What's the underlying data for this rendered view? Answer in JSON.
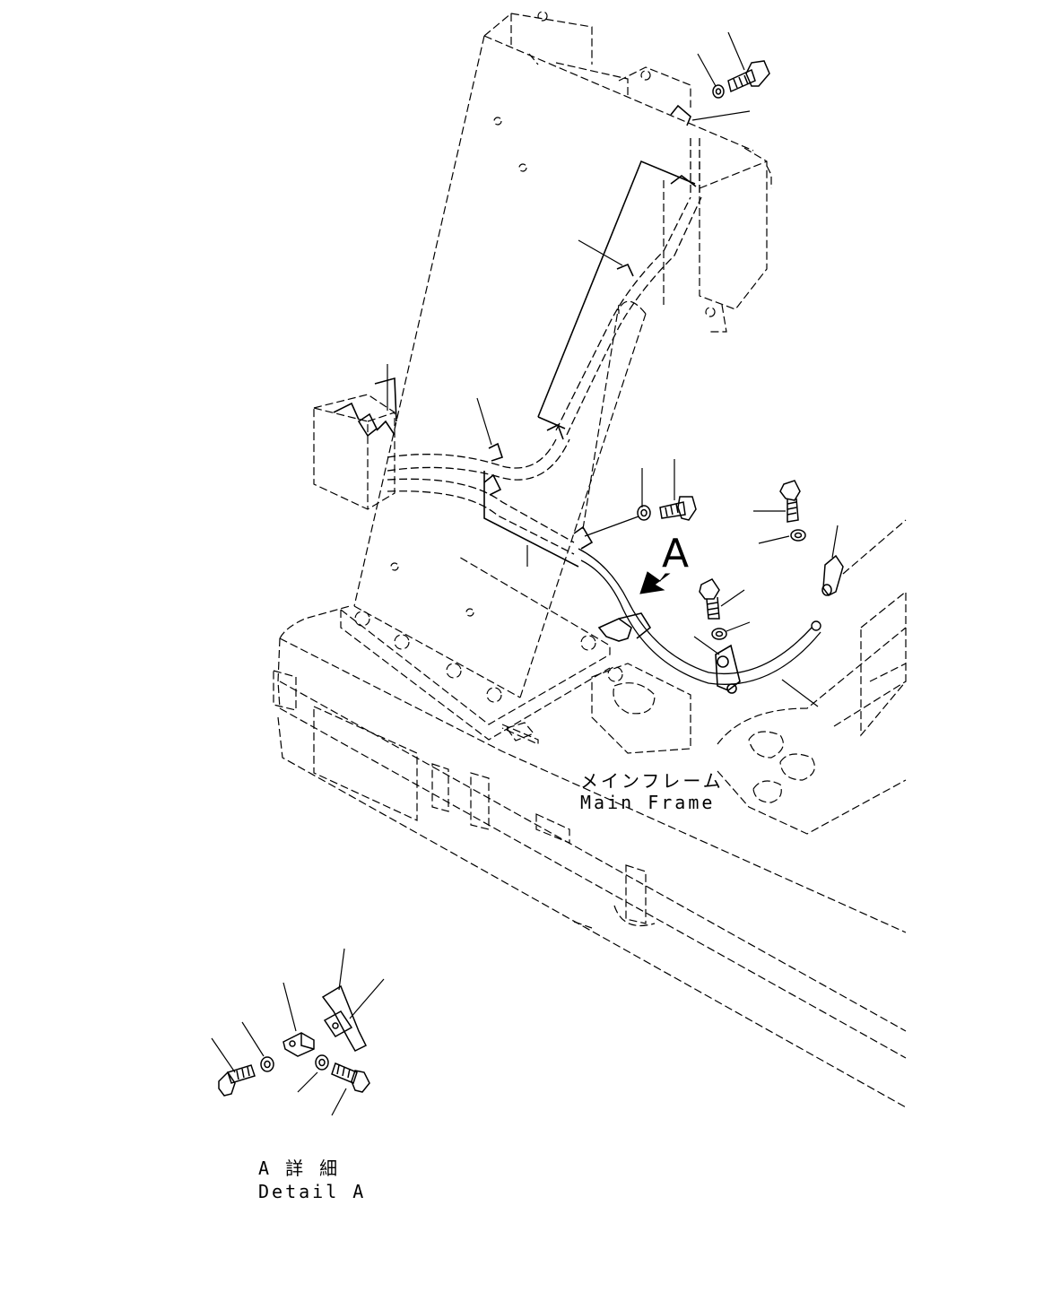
{
  "labels": {
    "view_marker": "A",
    "main_frame_jp": "メインフレーム",
    "main_frame_en": "Main Frame",
    "detail_jp": "A 詳 細",
    "detail_en": "Detail A"
  }
}
